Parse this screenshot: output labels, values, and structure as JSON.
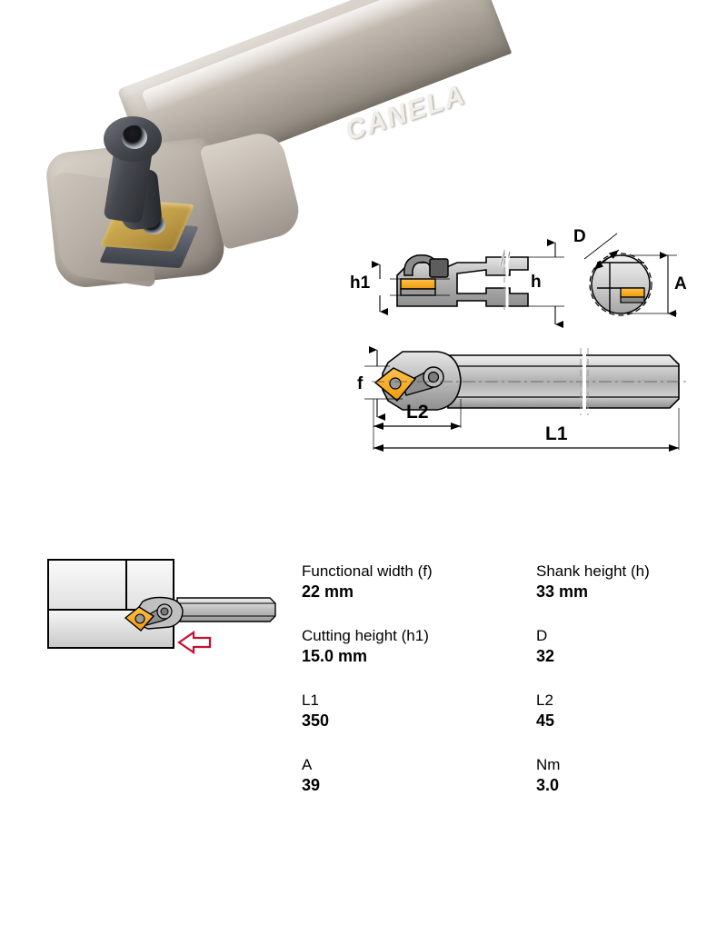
{
  "product_photo": {
    "brand": "CANELA",
    "alt_name": "boring-bar-tool-holder",
    "colors": {
      "body": "#b8b0a6",
      "clamp": "#3b3e44",
      "insert": "#c9a850"
    }
  },
  "tech_drawings": {
    "top_view": {
      "dims": [
        {
          "key": "h1",
          "label": "h1"
        },
        {
          "key": "h",
          "label": "h"
        },
        {
          "key": "D",
          "label": "D"
        },
        {
          "key": "A",
          "label": "A"
        }
      ]
    },
    "side_view": {
      "dims": [
        {
          "key": "f",
          "label": "f"
        },
        {
          "key": "L2",
          "label": "L2"
        },
        {
          "key": "L1",
          "label": "L1"
        }
      ]
    },
    "colors": {
      "steel_light": "#d8d8d8",
      "steel_mid": "#a8a8a8",
      "steel_dark": "#6e6e6e",
      "insert": "#f4a41e",
      "outline": "#000000"
    }
  },
  "application_diagram": {
    "feed_arrow_color": "#c8102e",
    "workpiece_fill": "#ececec",
    "insert_color": "#f4a41e"
  },
  "specs": {
    "rows": [
      {
        "left": {
          "label": "Functional width (f)",
          "value": "22 mm"
        },
        "right": {
          "label": "Shank height (h)",
          "value": "33 mm"
        }
      },
      {
        "left": {
          "label": "Cutting height (h1)",
          "value": "15.0 mm"
        },
        "right": {
          "label": "D",
          "value": "32"
        }
      },
      {
        "left": {
          "label": "L1",
          "value": "350"
        },
        "right": {
          "label": "L2",
          "value": "45"
        }
      },
      {
        "left": {
          "label": "A",
          "value": "39"
        },
        "right": {
          "label": "Nm",
          "value": "3.0"
        }
      }
    ]
  }
}
